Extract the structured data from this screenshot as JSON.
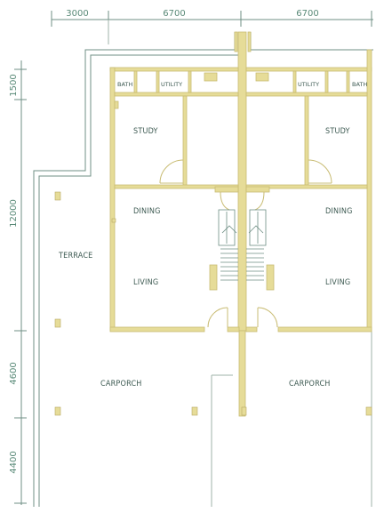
{
  "dimensions": {
    "top": [
      "3000",
      "6700",
      "6700"
    ],
    "left": [
      "1500",
      "12000",
      "4600",
      "4400"
    ]
  },
  "rooms": {
    "left_unit": {
      "bath": "BATH",
      "utility": "UTILITY",
      "study": "STUDY",
      "dining": "DINING",
      "living": "LIVING",
      "carporch": "CARPORCH"
    },
    "right_unit": {
      "bath": "BATH",
      "utility": "UTILITY",
      "study": "STUDY",
      "dining": "DINING",
      "living": "LIVING",
      "carporch": "CARPORCH"
    },
    "terrace": "TERRACE"
  },
  "colors": {
    "wall": "#e6dc98",
    "line": "#6f8f84",
    "text": "#3d5a52"
  }
}
